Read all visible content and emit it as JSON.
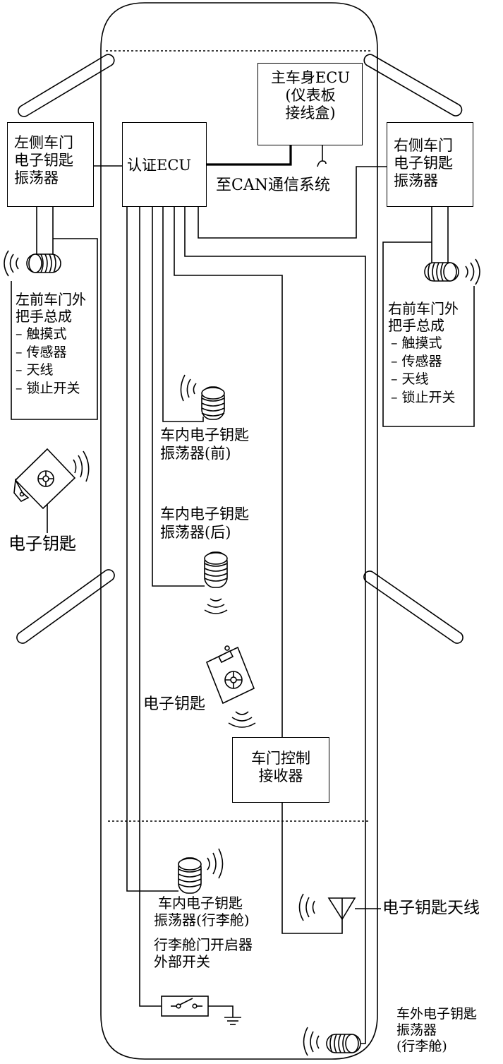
{
  "main_body_ecu": {
    "line1": "主车身ECU",
    "line2": "(仪表板",
    "line3": "接线盒)"
  },
  "auth_ecu": {
    "label": "认证ECU"
  },
  "can_label": "至CAN通信系统",
  "left_door_oscillator": {
    "line1": "左侧车门",
    "line2": "电子钥匙",
    "line3": "振荡器"
  },
  "right_door_oscillator": {
    "line1": "右侧车门",
    "line2": "电子钥匙",
    "line3": "振荡器"
  },
  "left_handle": {
    "title1": "左前车门外",
    "title2": "把手总成",
    "items": [
      "– 触摸式",
      "– 传感器",
      "– 天线",
      "– 锁止开关"
    ]
  },
  "right_handle": {
    "title1": "右前车门外",
    "title2": "把手总成",
    "items": [
      "– 触摸式",
      "– 传感器",
      "– 天线",
      "– 锁止开关"
    ]
  },
  "left_key": {
    "label": "电子钥匙"
  },
  "interior_front": {
    "line1": "车内电子钥匙",
    "line2": "振荡器(前)"
  },
  "interior_rear": {
    "line1": "车内电子钥匙",
    "line2": "振荡器(后)"
  },
  "center_key": {
    "label": "电子钥匙"
  },
  "door_receiver": {
    "line1": "车门控制",
    "line2": "接收器"
  },
  "luggage_interior": {
    "line1": "车内电子钥匙",
    "line2": "振荡器(行李舱)"
  },
  "antenna": {
    "label": "电子钥匙天线"
  },
  "trunk_switch": {
    "line1": "行李舱门开启器",
    "line2": "外部开关"
  },
  "exterior_luggage": {
    "line1": "车外电子钥匙",
    "line2": "振荡器",
    "line3": "(行李舱)"
  }
}
